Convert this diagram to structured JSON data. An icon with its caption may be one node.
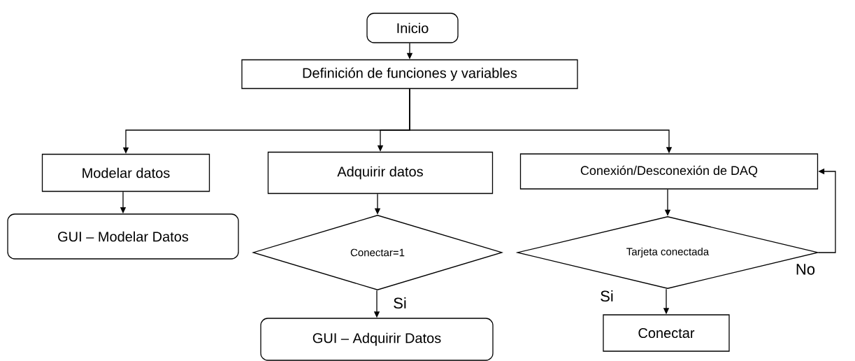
{
  "diagram": {
    "nodes": [
      {
        "text": [
          "Inicio"
        ]
      },
      {
        "text": [
          "Definición de funciones y variables"
        ]
      },
      {
        "text": [
          "Modelar datos"
        ]
      },
      {
        "text": [
          "Adquirir datos"
        ]
      },
      {
        "text": [
          "Conexión/Desconexión de DAQ"
        ]
      },
      {
        "text": [
          "GUI – Modelar Datos"
        ]
      },
      {
        "text": [
          "Conectar=1"
        ]
      },
      {
        "text": [
          "Tarjeta conectada"
        ]
      },
      {
        "text": [
          "GUI – Adquirir Datos"
        ]
      },
      {
        "text": [
          "Conectar"
        ]
      }
    ],
    "edges": [
      {
        "from": 0,
        "to": 1,
        "arrow": "to"
      },
      {
        "from": 1,
        "to": 2,
        "arrow": "to"
      },
      {
        "from": 1,
        "to": 3,
        "arrow": "to"
      },
      {
        "from": 1,
        "to": 4,
        "arrow": "to"
      },
      {
        "from": 2,
        "to": 5,
        "arrow": "to"
      },
      {
        "from": 3,
        "to": 6,
        "arrow": "to"
      },
      {
        "from": 6,
        "to": 8,
        "arrow": "to",
        "label": "Si"
      },
      {
        "from": 4,
        "to": 7,
        "arrow": "to"
      },
      {
        "from": 7,
        "to": 9,
        "arrow": "to",
        "label": "Si"
      },
      {
        "from": 7,
        "to": 4,
        "arrow": "to",
        "label": "No"
      }
    ]
  }
}
